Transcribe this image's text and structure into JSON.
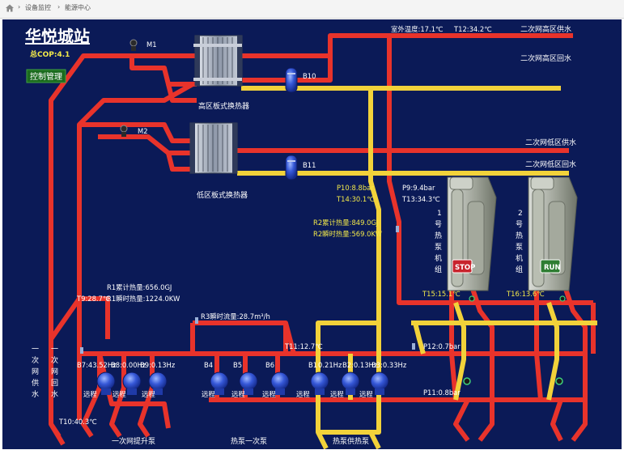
{
  "breadcrumb": {
    "sep": "›",
    "item1": "设备监控",
    "item2": "能源中心"
  },
  "station": {
    "name": "华悦城站",
    "cop": "总COP:4.1",
    "control_btn": "控制管理"
  },
  "hx": {
    "high_label": "高区板式换热器",
    "low_label": "低区板式换热器",
    "valve1": "M1",
    "valve2": "M2",
    "pump_b10": "B10",
    "pump_b11": "B11"
  },
  "lines": {
    "outdoor_temp": "室外温度:17.1℃",
    "t12": "T12:34.2℃",
    "high_supply": "二次网高区供水",
    "high_return": "二次网高区回水",
    "low_supply": "二次网低区供水",
    "low_return": "二次网低区回水"
  },
  "sensors": {
    "p10": "P10:8.8bar",
    "t14": "T14:30.1℃",
    "p9": "P9:9.4bar",
    "t13": "T13:34.3℃",
    "r2_total": "R2累计热量:849.0GJ",
    "r2_inst": "R2瞬时热量:569.0KW",
    "r1_total": "R1累计热量:656.0GJ",
    "r1_inst": "R1瞬时热量:1224.0KW",
    "t9": "T9:28.7℃",
    "r3_flow": "R3瞬时流量:28.7m³/h",
    "t11": "T11:12.7℃",
    "p12": "P12:0.7bar",
    "p11": "P11:0.8bar",
    "t10": "T10:40.3℃",
    "t15": "T15:15.1℃",
    "t16": "T16:13.6℃"
  },
  "heat_pumps": [
    {
      "label_chars": [
        "1",
        "号",
        "热",
        "泵",
        "机",
        "组"
      ],
      "status": "STOP",
      "status_color": "#c8232c"
    },
    {
      "label_chars": [
        "2",
        "号",
        "热",
        "泵",
        "机",
        "组"
      ],
      "status": "RUN",
      "status_color": "#2e7d32"
    }
  ],
  "primary": {
    "supply_chars": [
      "一",
      "次",
      "网",
      "供",
      "水"
    ],
    "return_chars": [
      "一",
      "次",
      "网",
      "回",
      "水"
    ]
  },
  "pumps": {
    "b7": "B7:43.52Hz",
    "b8": "B8:0.00Hz",
    "b9": "B9:0.13Hz",
    "b4": "B4",
    "b5": "B5",
    "b6": "B6",
    "b1": "B1",
    "b1_hz": "0.21Hz",
    "b2": "B2:0.13Hz",
    "b3": "B3:0.33Hz",
    "remote": "远程"
  },
  "groups": {
    "g1": "一次网提升泵",
    "g2": "热泵一次泵",
    "g3": "热泵供热泵"
  },
  "colors": {
    "hot": "#e8332b",
    "cold": "#f2d23a",
    "bg": "#0b1a57",
    "pump": "#2f55d4"
  }
}
